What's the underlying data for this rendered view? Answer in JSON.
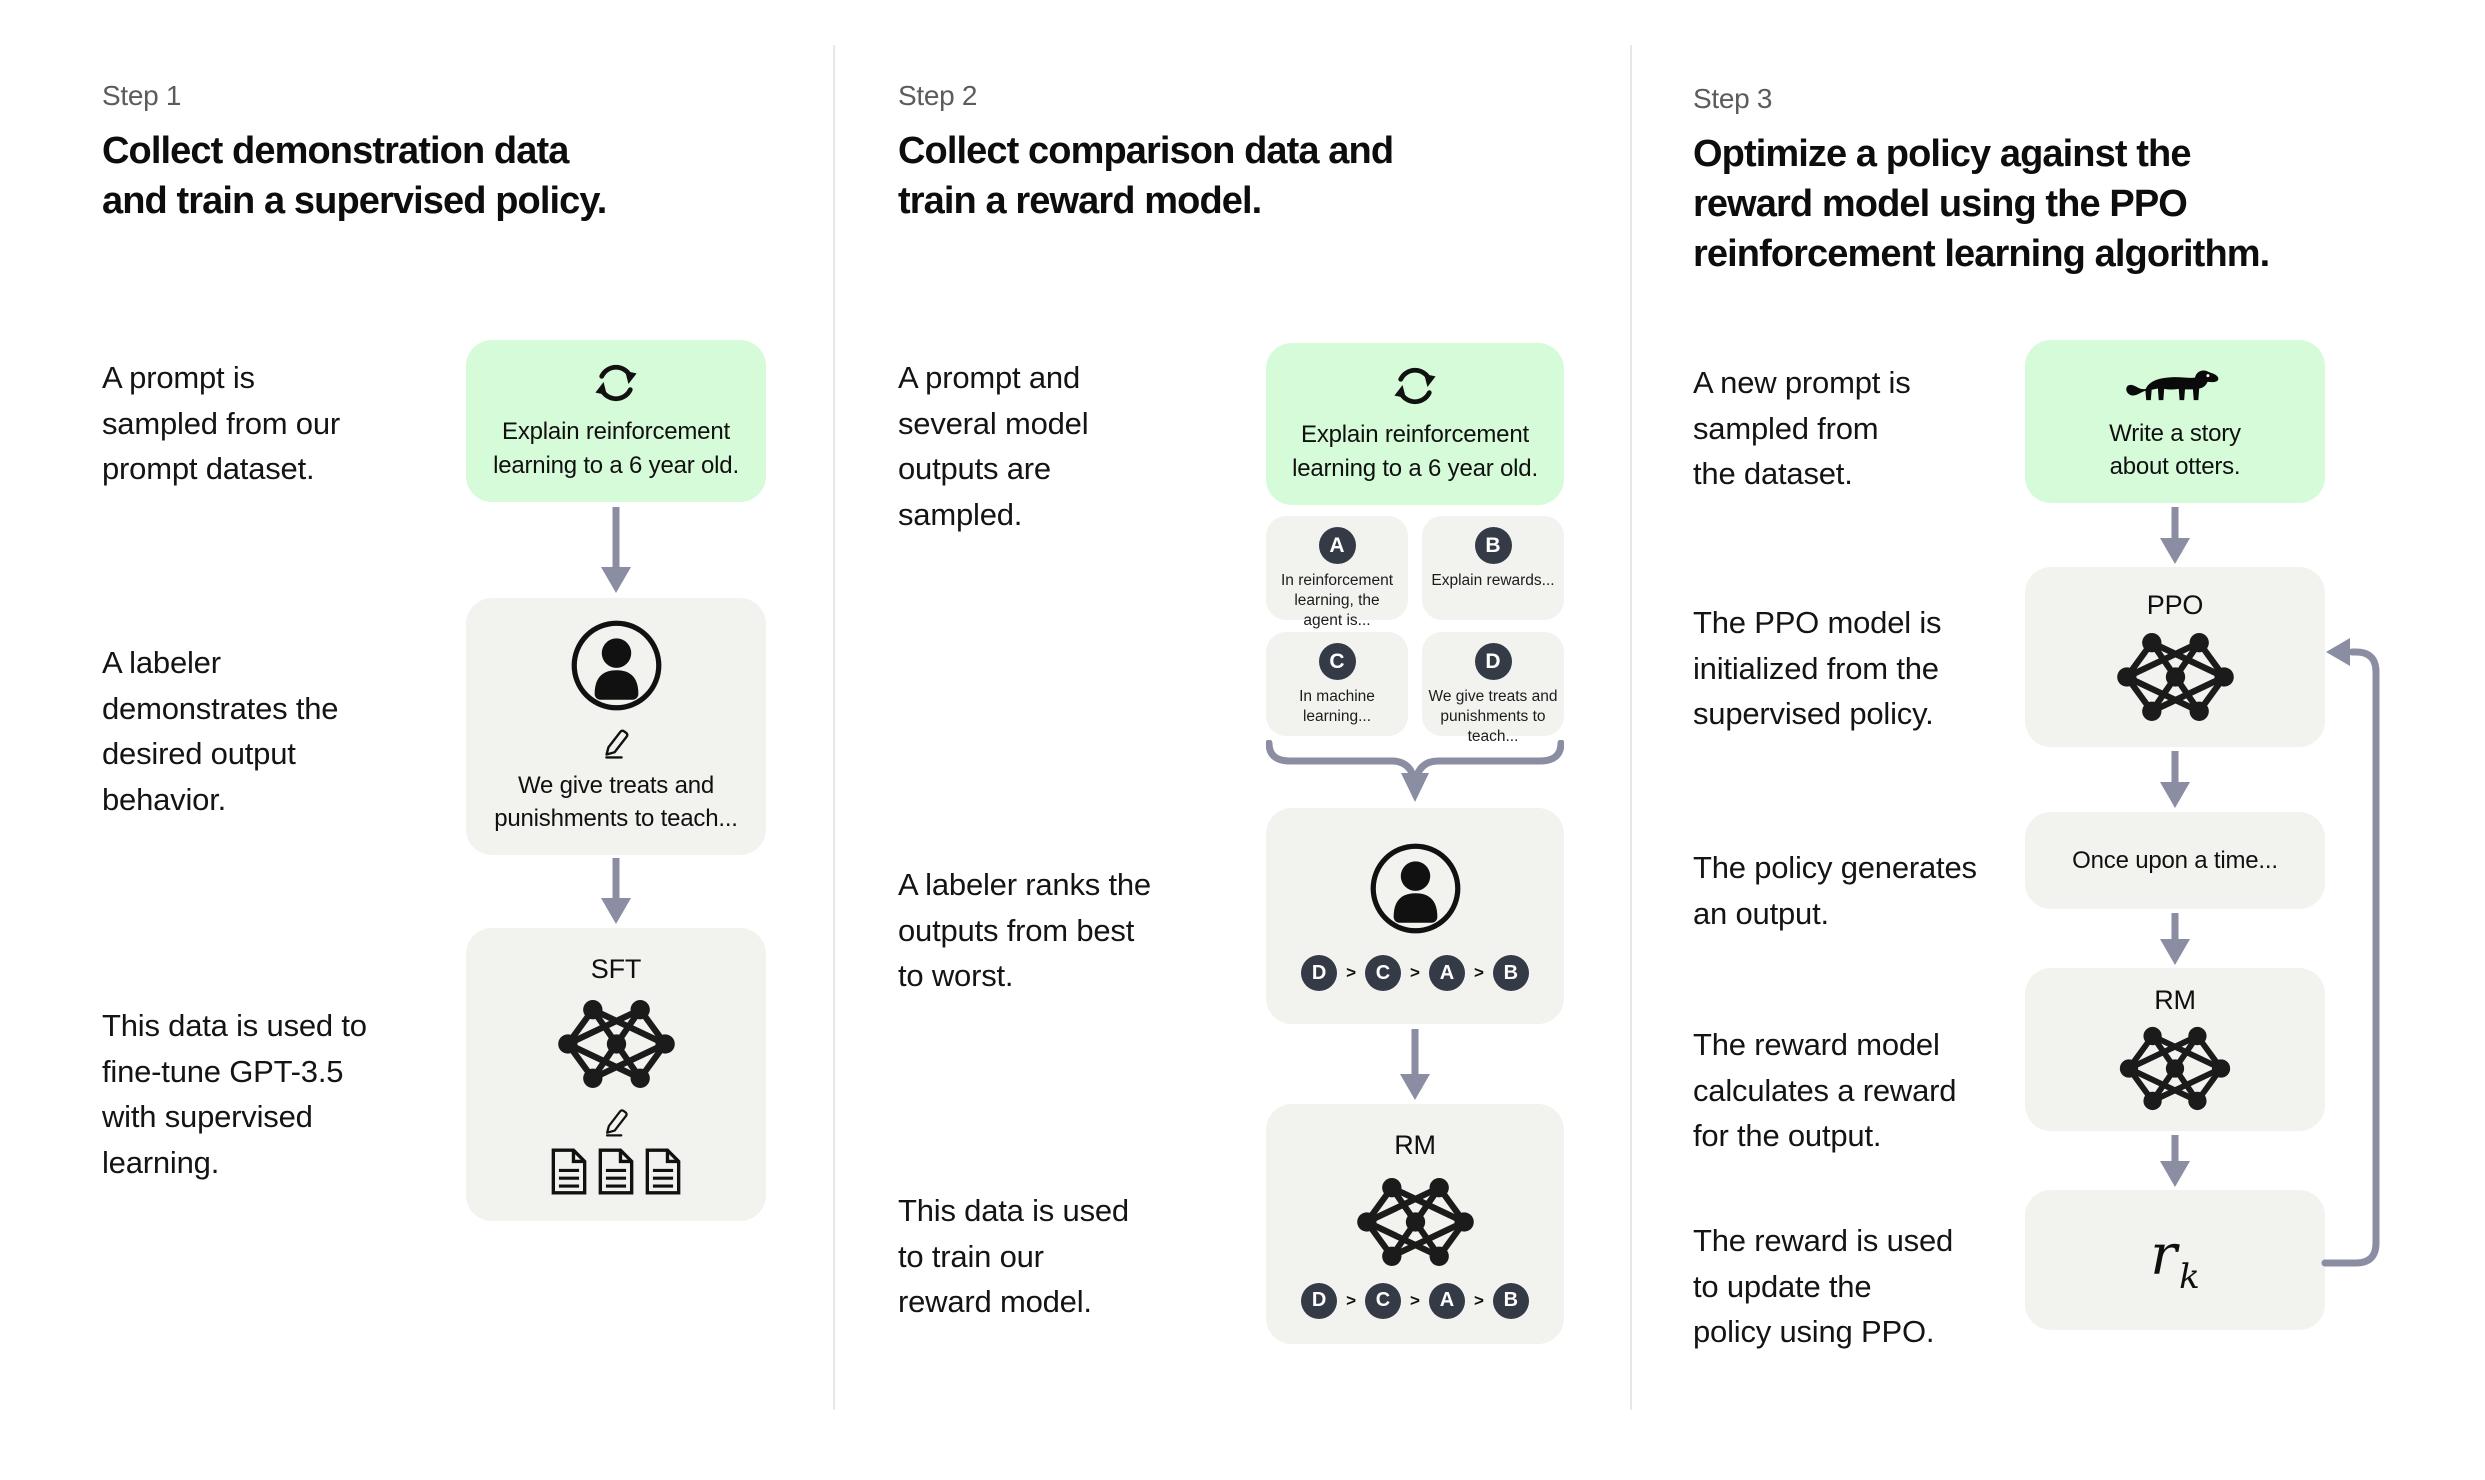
{
  "colors": {
    "background": "#ffffff",
    "prompt_box_green": "#d6fbd8",
    "process_box_gray": "#f2f2ee",
    "arrow_gray_purple": "#8b8da3",
    "badge_dark": "#353a47",
    "divider": "#e8e8e5",
    "text_primary": "#141414",
    "step_label_gray": "#5c5c5c"
  },
  "steps": [
    {
      "label": "Step 1",
      "title": "Collect demonstration data\nand train a supervised policy.",
      "annotations": [
        "A prompt is\nsampled from our\nprompt dataset.",
        "A labeler\ndemonstrates the\ndesired output\nbehavior.",
        "This data is used to\nfine-tune GPT-3.5\nwith supervised\nlearning."
      ],
      "prompt_box": {
        "icon": "cycle-icon",
        "text": "Explain reinforcement\nlearning to a 6 year old."
      },
      "labeler_box": {
        "icons": [
          "person-icon",
          "pencil-icon"
        ],
        "text": "We give treats and\npunishments to teach..."
      },
      "model_box": {
        "label": "SFT",
        "icons": [
          "network-icon",
          "pencil-icon",
          "documents-icon"
        ]
      }
    },
    {
      "label": "Step 2",
      "title": "Collect comparison data and\ntrain a reward model.",
      "annotations": [
        "A prompt and\nseveral model\noutputs are\nsampled.",
        "A labeler ranks the\noutputs from best\nto worst.",
        "This data is used\nto train our\nreward model."
      ],
      "prompt_box": {
        "icon": "cycle-icon",
        "text": "Explain reinforcement\nlearning to a 6 year old."
      },
      "outputs": [
        {
          "id": "A",
          "text": "In reinforcement\nlearning, the\nagent is..."
        },
        {
          "id": "B",
          "text": "Explain rewards..."
        },
        {
          "id": "C",
          "text": "In machine\nlearning..."
        },
        {
          "id": "D",
          "text": "We give treats and\npunishments to\nteach..."
        }
      ],
      "ranking": {
        "items": [
          "D",
          "C",
          "A",
          "B"
        ],
        "separator": ">"
      },
      "labeler_box": {
        "icons": [
          "person-icon"
        ]
      },
      "model_box": {
        "label": "RM",
        "icons": [
          "network-icon"
        ]
      }
    },
    {
      "label": "Step 3",
      "title": "Optimize a policy against the\nreward model using the PPO\nreinforcement learning algorithm.",
      "annotations": [
        "A new prompt is\nsampled from\nthe dataset.",
        "The PPO model is\ninitialized from the\nsupervised policy.",
        "The policy generates\nan output.",
        "The reward model\ncalculates a reward\nfor the output.",
        "The reward is used\nto update the\npolicy using PPO."
      ],
      "prompt_box": {
        "icon": "otter-icon",
        "text": "Write a story\nabout otters."
      },
      "ppo_box": {
        "label": "PPO",
        "icons": [
          "network-icon"
        ]
      },
      "output_box": {
        "text": "Once upon a time..."
      },
      "rm_box": {
        "label": "RM",
        "icons": [
          "network-icon"
        ]
      },
      "reward_box": {
        "symbol": "r",
        "subscript": "k"
      }
    }
  ]
}
